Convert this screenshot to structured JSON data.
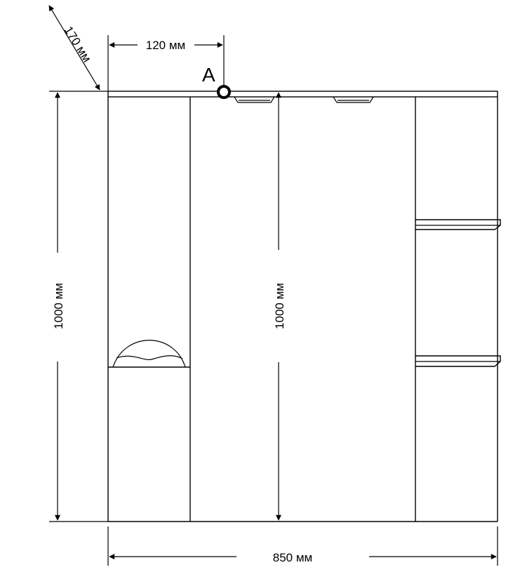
{
  "dimensions": {
    "depth_label": "170 мм",
    "offset_label": "120 мм",
    "height_left_label": "1000 мм",
    "height_center_label": "1000 мм",
    "width_label": "850 мм"
  },
  "point_marker": {
    "label": "A"
  }
}
